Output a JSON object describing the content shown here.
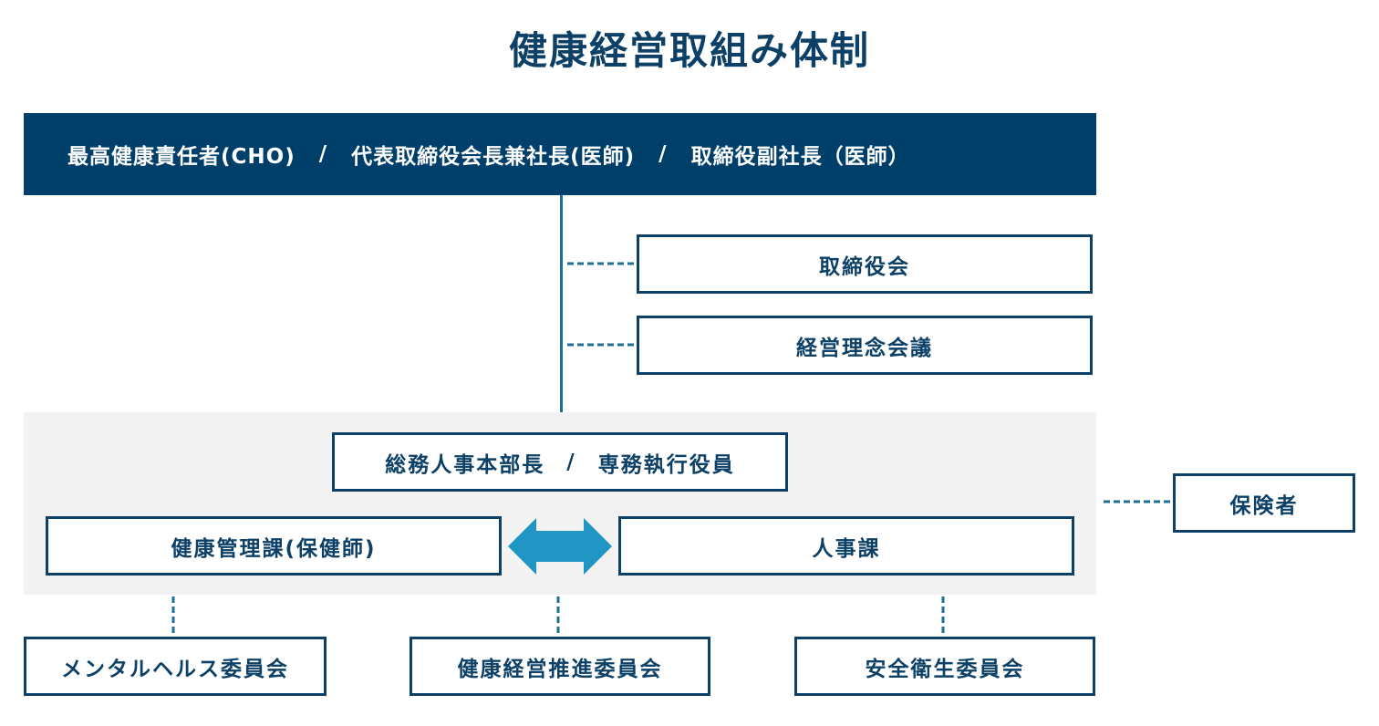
{
  "title": "健康経営取組み体制",
  "top": {
    "part1": "最高健康責任者(CHO)",
    "part2": "代表取締役会長兼社長(医師)",
    "part3": "取締役副社長（医師）",
    "separator": "/"
  },
  "advisory": {
    "board": "取締役会",
    "philosophy": "経営理念会議"
  },
  "director": {
    "part1": "総務人事本部長",
    "part2": "専務執行役員",
    "separator": "/"
  },
  "departments": {
    "health": "健康管理課(保健師)",
    "hr": "人事課"
  },
  "insurer": "保険者",
  "committees": {
    "mental": "メンタルヘルス委員会",
    "promotion": "健康経営推進委員会",
    "safety": "安全衛生委員会"
  },
  "colors": {
    "navy": "#003f69",
    "border": "#0c4066",
    "connector": "#1f6f95",
    "arrow": "#2196c4",
    "panel": "#f2f2f2"
  }
}
